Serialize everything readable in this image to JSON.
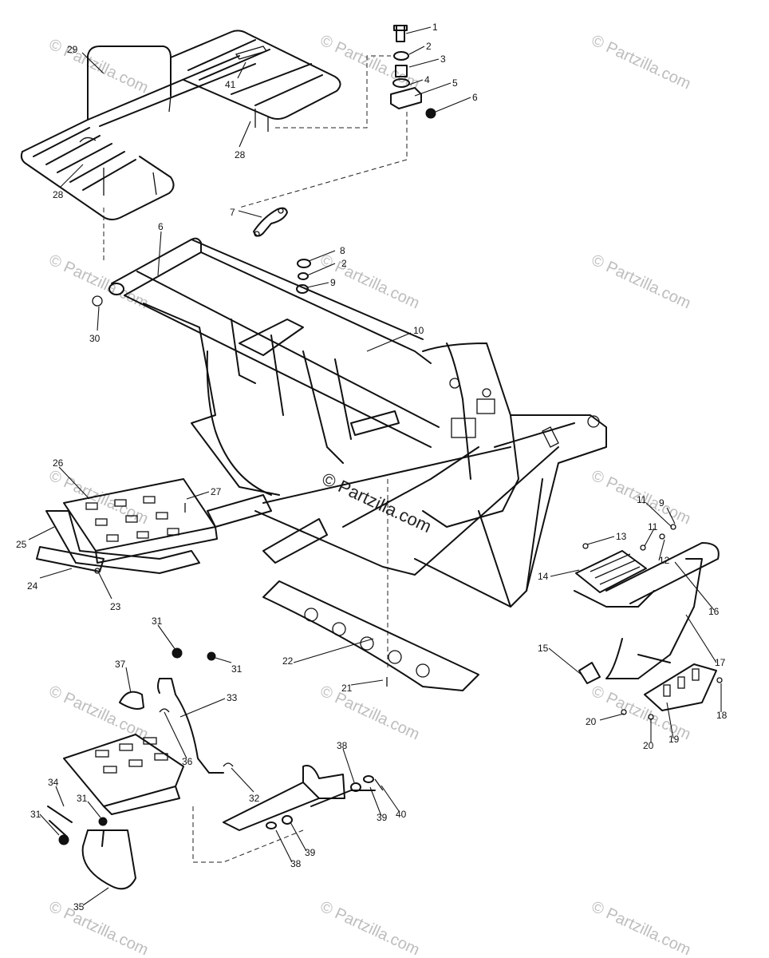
{
  "watermark": {
    "text": "© Partzilla.com",
    "center_text": "© Partzilla.com"
  },
  "callouts": [
    "1",
    "2",
    "3",
    "4",
    "5",
    "6",
    "29",
    "41",
    "28",
    "28",
    "7",
    "8",
    "2",
    "9",
    "6",
    "30",
    "10",
    "26",
    "27",
    "25",
    "24",
    "23",
    "11",
    "9",
    "11",
    "13",
    "12",
    "14",
    "16",
    "15",
    "17",
    "20",
    "19",
    "18",
    "20",
    "22",
    "21",
    "31",
    "31",
    "37",
    "33",
    "36",
    "34",
    "31",
    "31",
    "32",
    "38",
    "39",
    "40",
    "39",
    "38",
    "35"
  ],
  "colors": {
    "line": "#111111",
    "watermark": "#bdbdbd",
    "background": "#ffffff"
  }
}
